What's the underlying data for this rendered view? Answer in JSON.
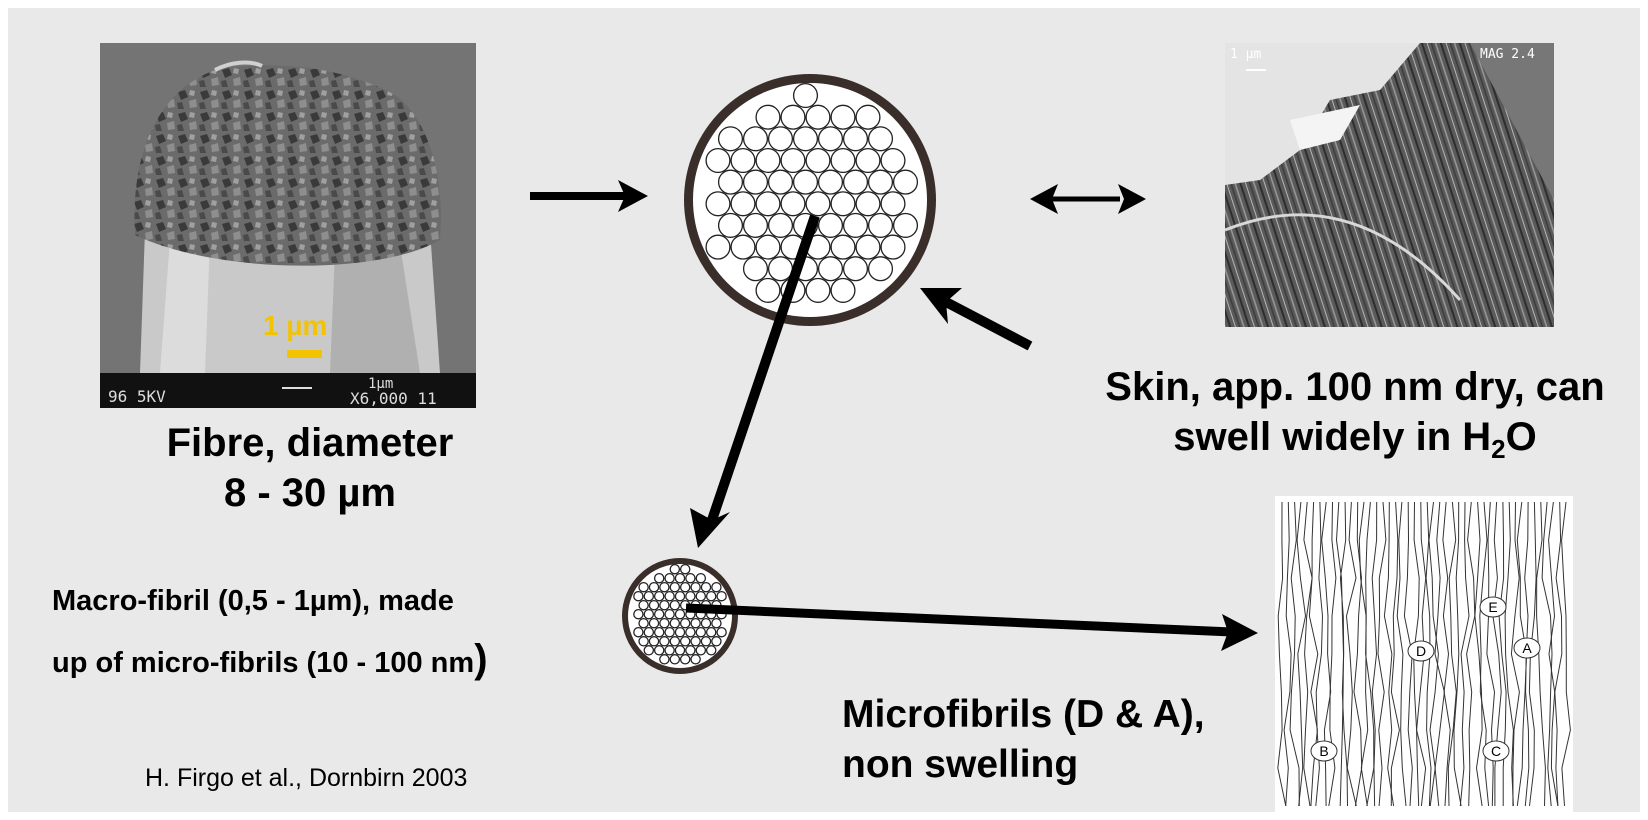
{
  "fibre_caption": {
    "line1": "Fibre, diameter",
    "line2": "8 - 30 µm"
  },
  "skin_caption": {
    "line1": "Skin, app. 100 nm dry, can",
    "line2_prefix": "swell widely in H",
    "line2_sub": "2",
    "line2_suffix": "O"
  },
  "macro_caption": {
    "line1": "Macro-fibril (0,5 - 1µm), made",
    "line2": "up of micro-fibrils (10 - 100 nm",
    "line2_paren": ")"
  },
  "micro_caption": {
    "line1": "Microfibrils (D & A),",
    "line2": "non swelling"
  },
  "citation": "H. Firgo et al., Dornbirn 2003",
  "sem_fibre": {
    "scale_label": "1 µm",
    "databar_left": "96    5KV",
    "databar_mid": "1µm",
    "databar_right": "X6,000  11"
  },
  "sem_skin": {
    "corner_left": "1 µm",
    "corner_right": "MAG 2.4"
  },
  "microfibril_labels": [
    "E",
    "D",
    "A",
    "B",
    "C"
  ],
  "colors": {
    "background": "#e9e9e9",
    "scale_yellow": "#f2c400",
    "ink": "#000000"
  }
}
